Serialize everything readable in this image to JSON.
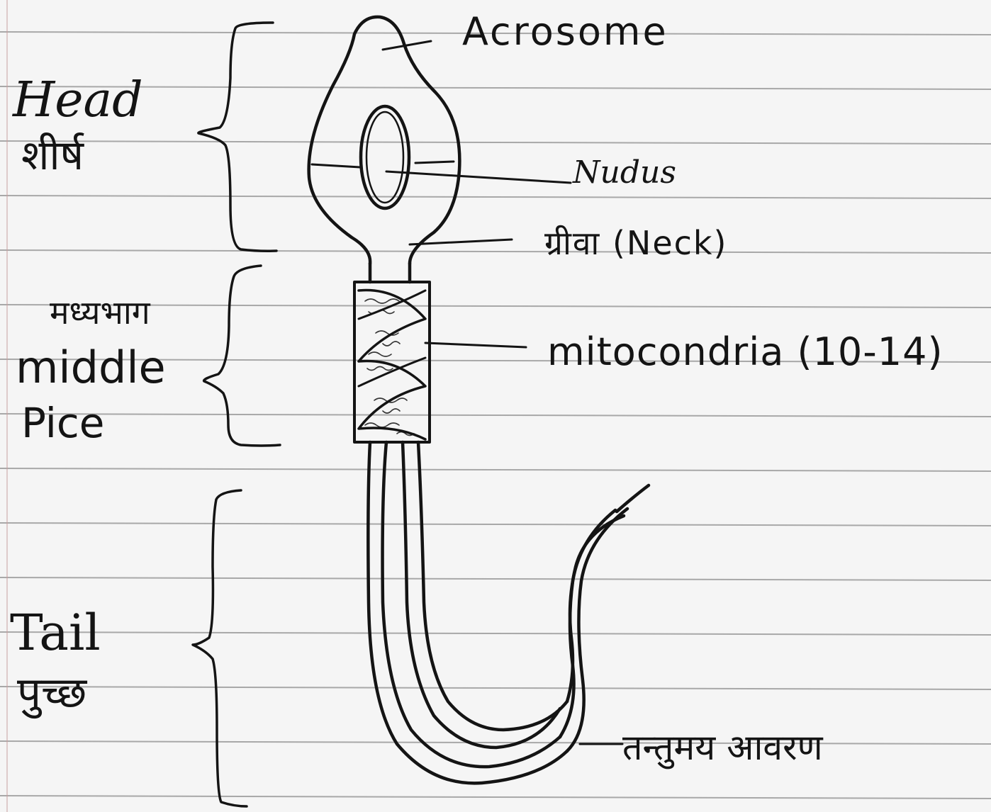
{
  "labels": {
    "acrosome": "Acrosome",
    "nucleus": "Nudus",
    "neck": "ग्रीवा (Neck)",
    "mitochondria": "mitocondria (10-14)",
    "sheath": "तन्तुमय आवरण"
  },
  "regions": {
    "head": {
      "en": "Head",
      "hi": "शीर्ष"
    },
    "middle": {
      "hi": "मध्यभाग",
      "en1": "middle",
      "en2": "Pice"
    },
    "tail": {
      "en": "Tail",
      "hi": "पुच्छ"
    }
  },
  "colors": {
    "ink": "#141414",
    "paper": "#f5f5f5",
    "rule": "#6a6a6a"
  }
}
